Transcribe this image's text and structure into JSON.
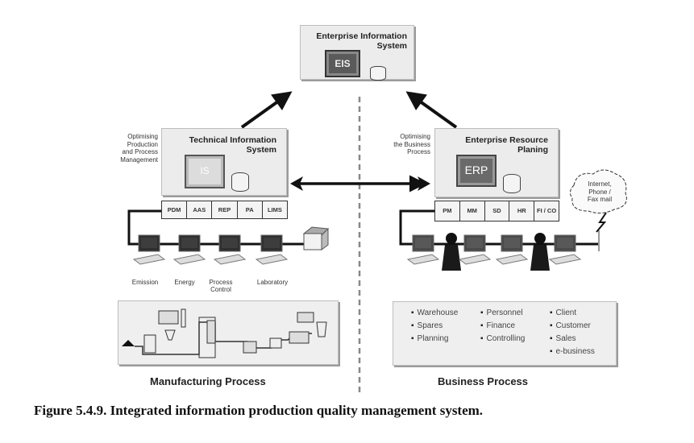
{
  "caption": "Figure 5.4.9. Integrated information production quality management system.",
  "eis": {
    "title_line1": "Enterprise Information",
    "title_line2": "System",
    "screen_label": "EIS"
  },
  "tis": {
    "title_line1": "Technical Information",
    "title_line2": "System",
    "screen_label": "IS",
    "side_note": [
      "Optimising",
      "Production",
      "and Process",
      "Management"
    ],
    "modules": [
      "PDM",
      "AAS",
      "REP",
      "PA",
      "LIMS"
    ]
  },
  "erp": {
    "title_line1": "Enterprise Resource",
    "title_line2": "Planing",
    "screen_label": "ERP",
    "side_note": [
      "Optimising",
      "the Business",
      "Process"
    ],
    "modules": [
      "PM",
      "MM",
      "SD",
      "HR",
      "FI / CO"
    ]
  },
  "cloud": {
    "lines": [
      "Internet,",
      "Phone /",
      "Fax mail"
    ]
  },
  "manufacturing": {
    "workstations": [
      "Emission",
      "Energy",
      "Process Control",
      "Laboratory"
    ],
    "title": "Manufacturing Process"
  },
  "business": {
    "columns": [
      [
        "Warehouse",
        "Spares",
        "Planning"
      ],
      [
        "Personnel",
        "Finance",
        "Controlling"
      ],
      [
        "Client",
        "Customer",
        "Sales",
        "e-business"
      ]
    ],
    "title": "Business Process"
  }
}
